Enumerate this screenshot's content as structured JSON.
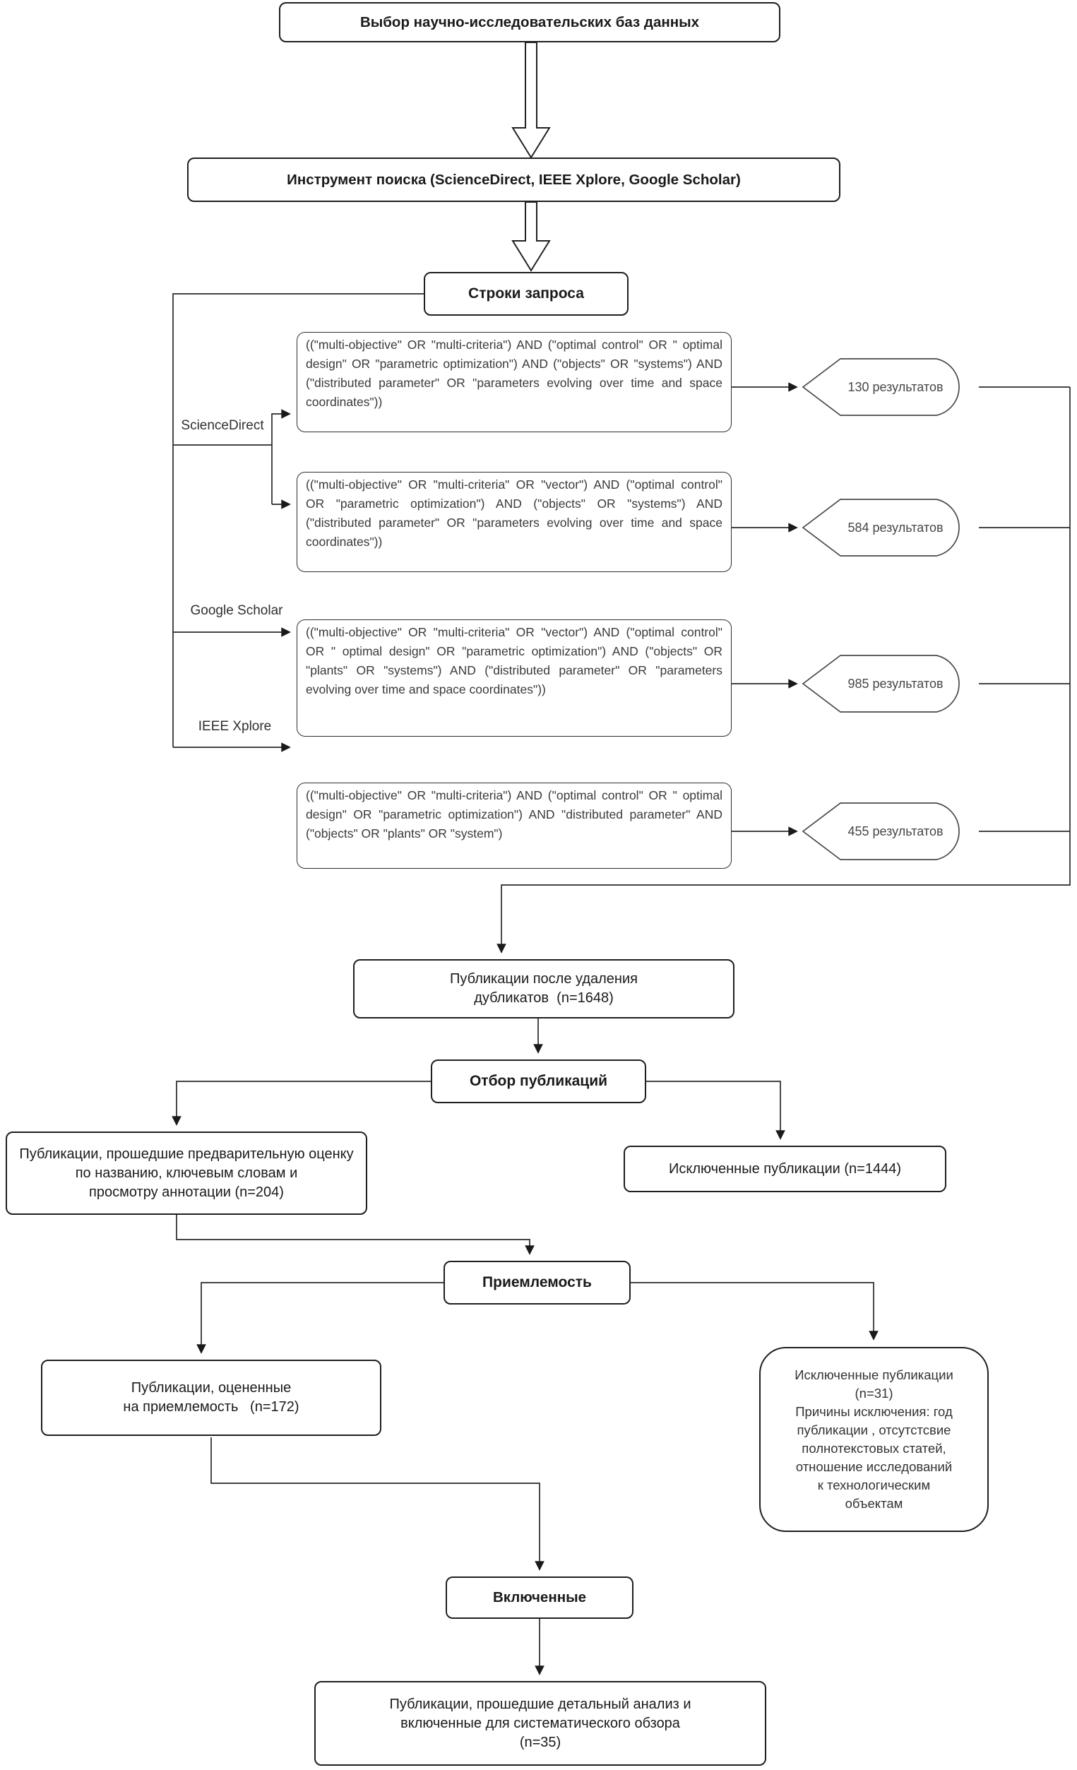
{
  "diagram": {
    "db_selection": "Выбор научно-исследовательских баз данных",
    "search_tool": "Инструмент поиска (ScienceDirect, IEEE Xplore, Google Scholar)",
    "query_strings": "Строки запроса",
    "databases": [
      {
        "label": "ScienceDirect"
      },
      {
        "label": "Google Scholar"
      },
      {
        "label": "IEEE Xplore"
      }
    ],
    "queries": [
      {
        "text": "((\"multi-objective\" OR \"multi-criteria\") AND (\"optimal control\" OR \" optimal design\" OR \"parametric optimization\") AND (\"objects\" OR \"systems\") AND (\"distributed parameter\" OR \"parameters evolving over time and space coordinates\"))",
        "result": "130 результатов"
      },
      {
        "text": "((\"multi-objective\" OR \"multi-criteria\" OR \"vector\") AND (\"optimal control\" OR \"parametric optimization\") AND (\"objects\" OR \"systems\") AND (\"distributed parameter\" OR \"parameters evolving over time and space coordinates\"))",
        "result": "584 результатов"
      },
      {
        "text": "((\"multi-objective\" OR \"multi-criteria\" OR \"vector\") AND (\"optimal control\" OR \" optimal design\" OR \"parametric optimization\") AND (\"objects\" OR \"plants\" OR \"systems\") AND (\"distributed parameter\" OR \"parameters evolving over time and space coordinates\"))",
        "result": "985 результатов"
      },
      {
        "text": "((\"multi-objective\" OR \"multi-criteria\") AND (\"optimal control\" OR \" optimal design\" OR \"parametric optimization\") AND \"distributed parameter\" AND (\"objects\" OR \"plants\" OR \"system\")",
        "result": "455 результатов"
      }
    ],
    "dedup": "Публикации после удаления\nдубликатов  (n=1648)",
    "selection": "Отбор публикаций",
    "screened": "Публикации, прошедшие предварительную оценку\nпо названию, ключевым словам и\nпросмотру аннотации (n=204)",
    "excluded_selection": "Исключенные публикации (n=1444)",
    "eligibility": "Приемлемость",
    "assessed": "Публикации, оцененные\nна приемлемость   (n=172)",
    "excluded_eligibility": "Исключенные публикации\n(n=31)\nПричины исключения: год\nпубликации , отсутстсвие\nполнотекстовых статей,\nотношение исследований\nк технологическим\nобъектам",
    "included": "Включенные",
    "final": "Публикации, прошедшие детальный анализ и\nвключенные для систематического обзора\n(n=35)"
  }
}
